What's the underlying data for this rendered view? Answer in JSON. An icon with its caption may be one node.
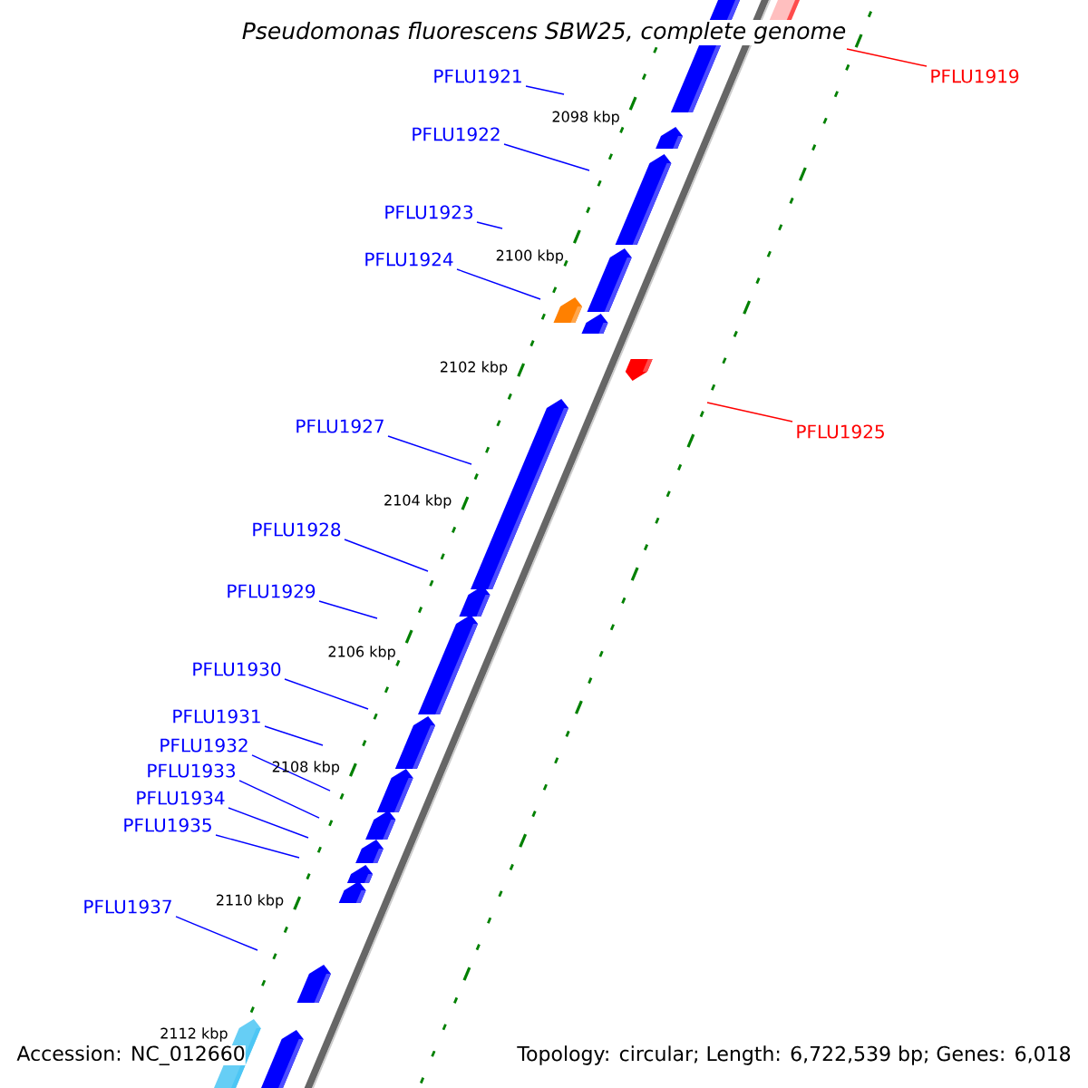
{
  "diagram": {
    "title": "Pseudomonas fluorescens SBW25, complete genome",
    "nodes": [
      {
        "text": [
          "PFLU1921"
        ]
      },
      {
        "text": [
          "PFLU1919"
        ]
      },
      {
        "text": [
          "PFLU1922"
        ]
      },
      {
        "text": [
          "PFLU1923"
        ]
      },
      {
        "text": [
          "PFLU1924"
        ]
      },
      {
        "text": [
          "PFLU1927"
        ]
      },
      {
        "text": [
          "PFLU1925"
        ]
      },
      {
        "text": [
          "PFLU1928"
        ]
      },
      {
        "text": [
          "PFLU1929"
        ]
      },
      {
        "text": [
          "PFLU1930"
        ]
      },
      {
        "text": [
          "PFLU1931"
        ]
      },
      {
        "text": [
          "PFLU1932"
        ]
      },
      {
        "text": [
          "PFLU1933"
        ]
      },
      {
        "text": [
          "PFLU1934"
        ]
      },
      {
        "text": [
          "PFLU1935"
        ]
      },
      {
        "text": [
          "PFLU1937"
        ]
      }
    ],
    "edges": [
      {
        "from": 0,
        "to": null,
        "arrow": "none"
      },
      {
        "from": 1,
        "to": null,
        "arrow": "none",
        "color": "#ff0000"
      },
      {
        "from": 2,
        "to": null,
        "arrow": "none"
      },
      {
        "from": 3,
        "to": null,
        "arrow": "none"
      },
      {
        "from": 4,
        "to": null,
        "arrow": "none"
      },
      {
        "from": 5,
        "to": null,
        "arrow": "none"
      },
      {
        "from": 6,
        "to": null,
        "arrow": "none",
        "color": "#ff0000"
      },
      {
        "from": 7,
        "to": null,
        "arrow": "none"
      },
      {
        "from": 8,
        "to": null,
        "arrow": "none"
      },
      {
        "from": 9,
        "to": null,
        "arrow": "none"
      },
      {
        "from": 10,
        "to": null,
        "arrow": "none"
      },
      {
        "from": 11,
        "to": null,
        "arrow": "none"
      },
      {
        "from": 12,
        "to": null,
        "arrow": "none"
      },
      {
        "from": 13,
        "to": null,
        "arrow": "none"
      },
      {
        "from": 14,
        "to": null,
        "arrow": "none"
      },
      {
        "from": 15,
        "to": null,
        "arrow": "none"
      }
    ],
    "labels": [
      "2098 kbp",
      "2100 kbp",
      "2102 kbp",
      "2104 kbp",
      "2106 kbp",
      "2108 kbp",
      "2110 kbp",
      "2112 kbp",
      "Accession: NC_012660",
      "Topology: circular; Length: 6,722,539 bp; Genes: 6,018"
    ]
  }
}
